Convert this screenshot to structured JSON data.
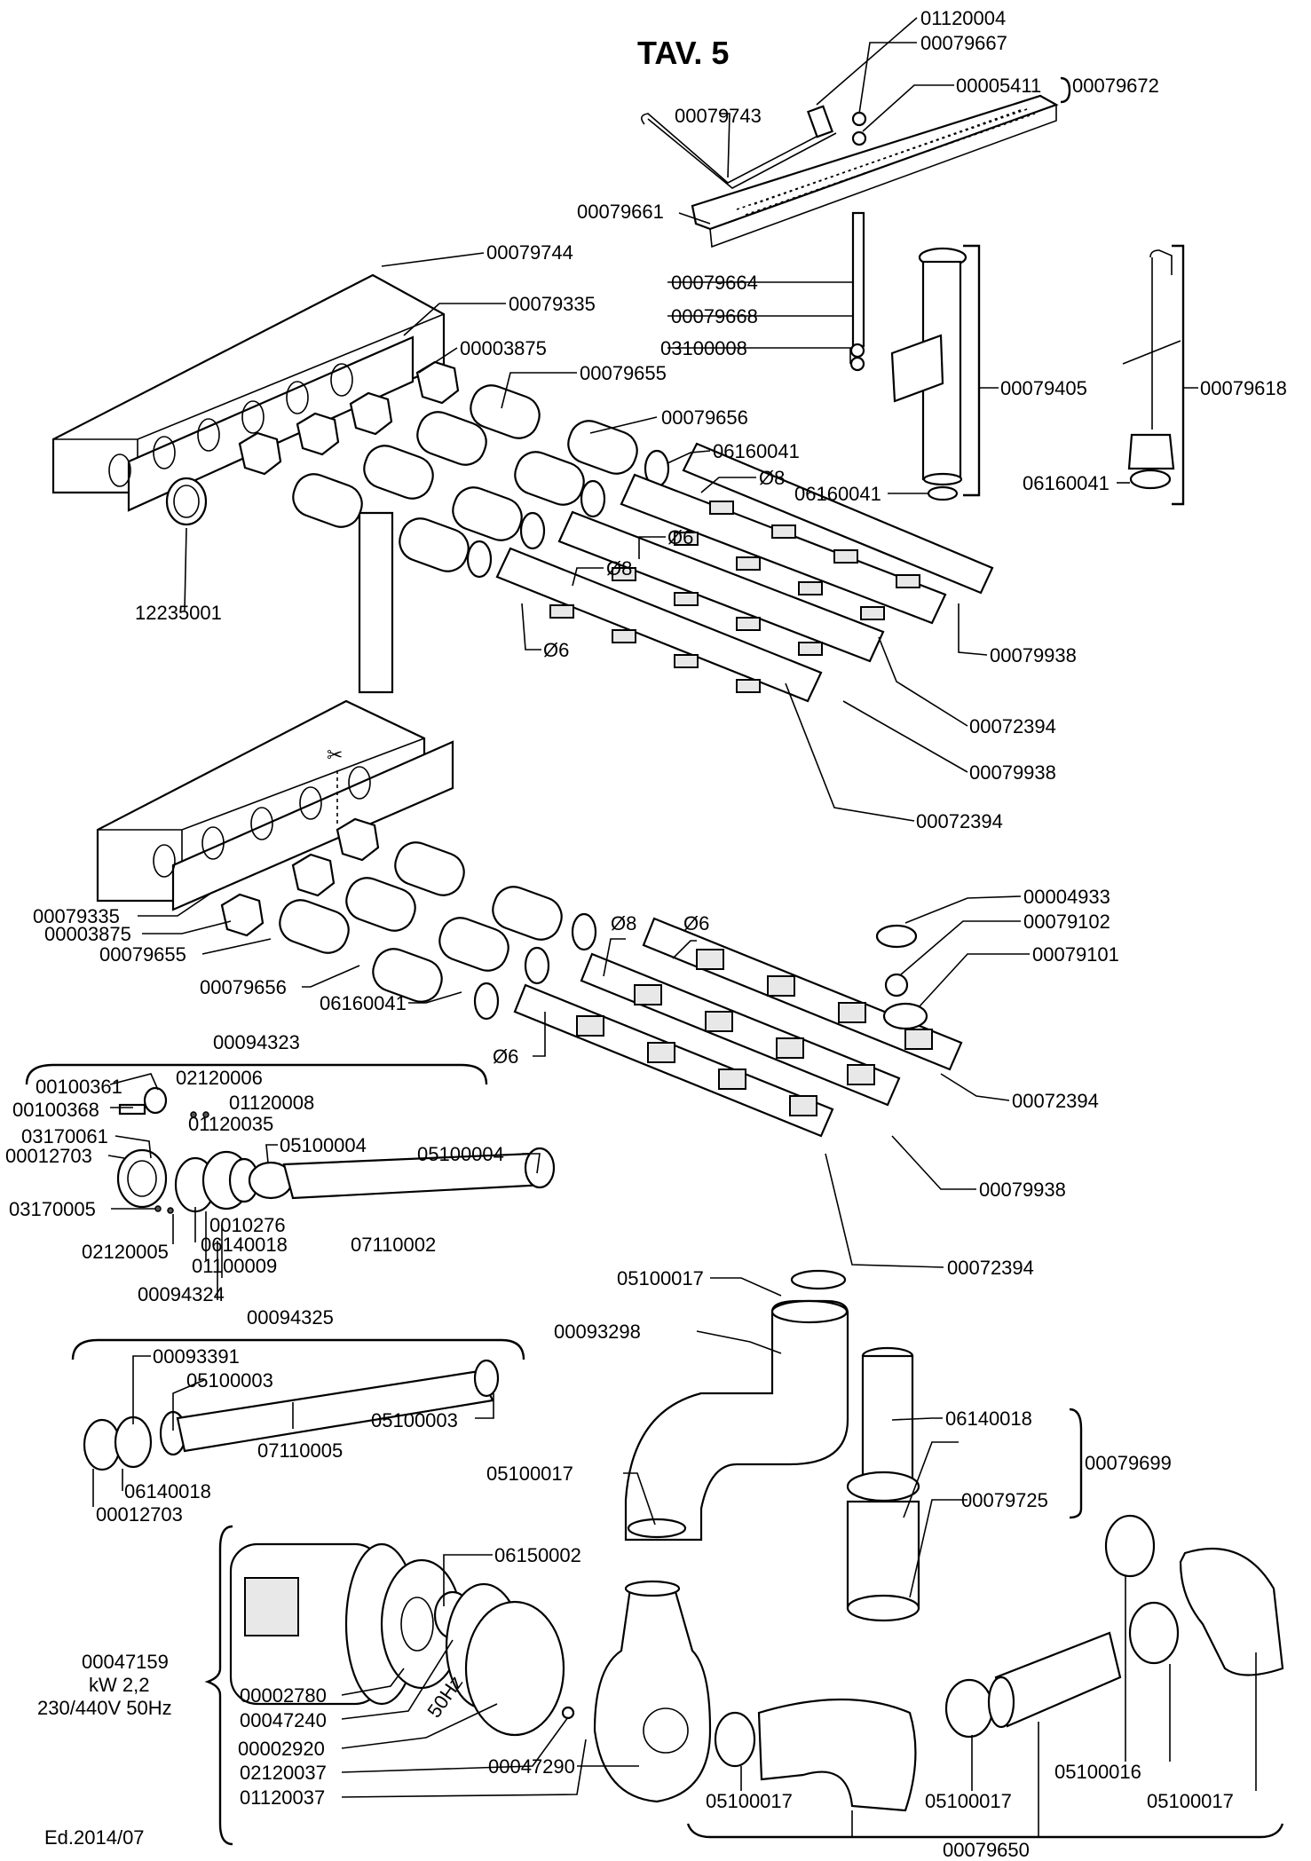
{
  "title": "TAV. 5",
  "edition": "Ed.2014/07",
  "labels": {
    "l01120004": "01120004",
    "l00079667": "00079667",
    "l00005411": "00005411",
    "l00079672": "00079672",
    "l00079743": "00079743",
    "l00079661": "00079661",
    "l00079744": "00079744",
    "l00079335a": "00079335",
    "l00003875a": "00003875",
    "l00079655a": "00079655",
    "l00079656a": "00079656",
    "l06160041a": "06160041",
    "l00079664": "00079664",
    "l00079668": "00079668",
    "l03100008": "03100008",
    "l00079405": "00079405",
    "l00079618": "00079618",
    "l06160041b": "06160041",
    "l06160041c": "06160041",
    "d8a": "Ø8",
    "d6a": "Ø6",
    "d8b": "Ø8",
    "d6b": "Ø6",
    "l12235001": "12235001",
    "l00079938a": "00079938",
    "l00072394a": "00072394",
    "l00079938b": "00079938",
    "l00072394b": "00072394",
    "l00079335b": "00079335",
    "l00003875b": "00003875",
    "l00079655b": "00079655",
    "l00079656b": "00079656",
    "l06160041d": "06160041",
    "d8c": "Ø8",
    "d6c": "Ø6",
    "d6d": "Ø6",
    "l00004933": "00004933",
    "l00079102": "00079102",
    "l00079101": "00079101",
    "l00072394c": "00072394",
    "l00079938c": "00079938",
    "l00072394d": "00072394",
    "l00094323": "00094323",
    "l00100361": "00100361",
    "l00100368": "00100368",
    "l02120006": "02120006",
    "l01120008": "01120008",
    "l01120035": "01120035",
    "l03170061": "03170061",
    "l00012703a": "00012703",
    "l05100004a": "05100004",
    "l05100004b": "05100004",
    "l03170005": "03170005",
    "l0010276": "0010276",
    "l06140018a": "06140018",
    "l02120005": "02120005",
    "l01100009": "01100009",
    "l07110002": "07110002",
    "l00094324": "00094324",
    "l00094325": "00094325",
    "l00093391": "00093391",
    "l05100003a": "05100003",
    "l05100003b": "05100003",
    "l07110005": "07110005",
    "l06140018b": "06140018",
    "l00012703b": "00012703",
    "l05100017a": "05100017",
    "l00093298": "00093298",
    "l06140018c": "06140018",
    "l00079699": "00079699",
    "l00079725": "00079725",
    "l05100017b": "05100017",
    "l06150002": "06150002",
    "l00047159": "00047159",
    "lkw": "kW 2,2",
    "lvolt": "230/440V 50Hz",
    "l00002780": "00002780",
    "l00047240": "00047240",
    "l00002920": "00002920",
    "l02120037": "02120037",
    "l01120037": "01120037",
    "l00047290": "00047290",
    "l50hz": "50Hz",
    "l05100017c": "05100017",
    "l05100017d": "05100017",
    "l05100016": "05100016",
    "l05100017e": "05100017",
    "l00079650": "00079650"
  }
}
